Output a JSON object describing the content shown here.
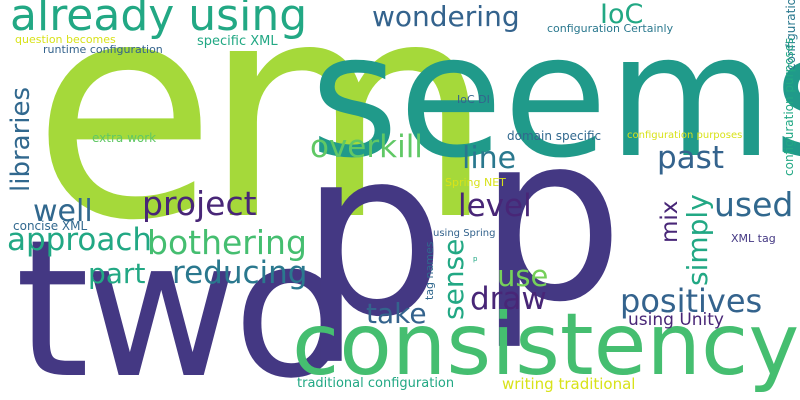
{
  "words": {
    "em": "em",
    "seems": "seems",
    "p1": "p",
    "p2": "p",
    "two": "two",
    "consistency": "consistency",
    "already_using": "already using",
    "wondering": "wondering",
    "ioc": "IoC",
    "overkill": "overkill",
    "line": "line",
    "past": "past",
    "project": "project",
    "well": "well",
    "level": "level",
    "used": "used",
    "approach": "approach",
    "bothering": "bothering",
    "part": "part",
    "reducing": "reducing",
    "use": "use",
    "draw": "draw",
    "positives": "positives",
    "take": "take",
    "using_unity": "using Unity",
    "question_becomes": "question becomes",
    "runtime_configuration": "runtime configuration",
    "specific_xml": "specific XML",
    "configuration_certainly": "configuration Certainly",
    "ioc_di": "IoC DI",
    "extra_work": "extra work",
    "domain_specific": "domain specific",
    "configuration_purposes": "configuration purposes",
    "spring_net": "Spring NET",
    "concise_xml": "concise XML",
    "using_spring": "using Spring",
    "xml_tag": "XML tag",
    "p_small": "p",
    "traditional_configuration": "traditional configuration",
    "writing_traditional": "writing traditional",
    "libraries": "libraries",
    "simply": "simply",
    "sense": "sense",
    "mix": "mix",
    "configuration_classes": "configuration classes",
    "configuration_purposes_2": "configuration purposes",
    "tag_names": "tag names"
  },
  "colors": {
    "lime": "#a5d93a",
    "teal": "#209a8a",
    "green": "#45be70",
    "navy": "#443883",
    "blue": "#34638d",
    "purple": "#482677",
    "yellow": "#d8e219",
    "background": "#ffffff"
  }
}
